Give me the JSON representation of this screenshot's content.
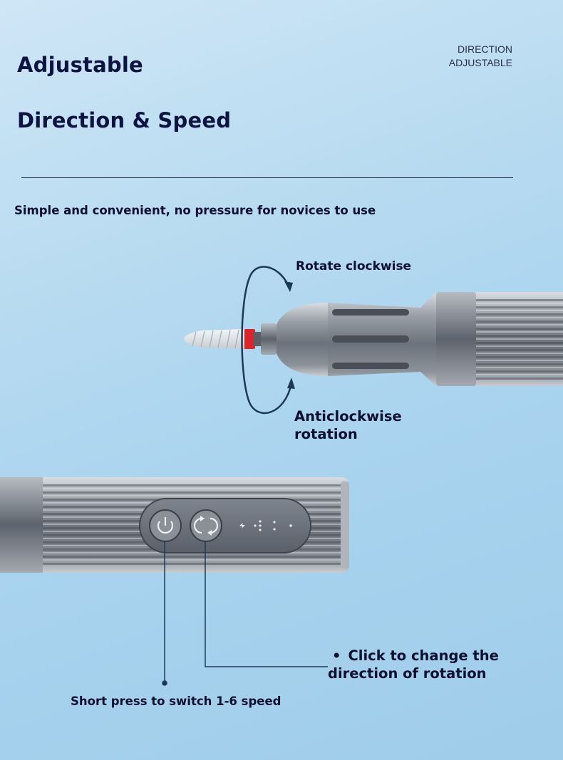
{
  "heading": {
    "line1": "Adjustable",
    "line2": "Direction & Speed"
  },
  "tag": {
    "line1": "DIRECTION",
    "line2": "ADJUSTABLE"
  },
  "subtitle": "Simple and convenient, no pressure for novices to use",
  "callouts": {
    "clockwise": "Rotate clockwise",
    "anticlockwise_line1": "Anticlockwise",
    "anticlockwise_line2": "rotation",
    "direction_bullet": "•",
    "direction_line1": "Click to change the",
    "direction_line2": "direction of rotation",
    "speed": "Short press to switch 1-6 speed"
  },
  "icons": {
    "power": "power-icon",
    "direction": "rotate-icon",
    "speed_indicator": "speed-dots-icon"
  },
  "colors": {
    "heading": "#0d1442",
    "body_metal": "#8d939c",
    "accent_red": "#d8262c",
    "arrow": "#1c3a57"
  }
}
